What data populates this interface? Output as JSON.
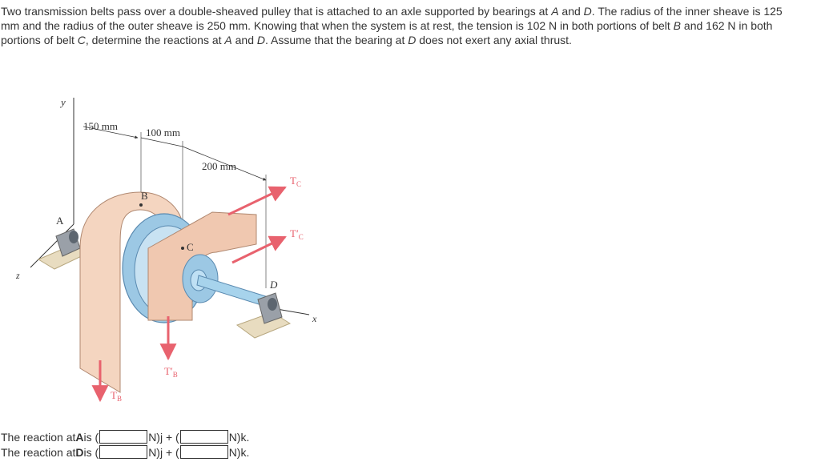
{
  "problem": {
    "p1": "Two transmission belts pass over a double-sheaved pulley that is attached to an axle supported by bearings at ",
    "A": "A",
    "p2": " and ",
    "D": "D",
    "p3": ". The radius of the inner sheave is 125 mm and the radius of the outer sheave is 250 mm. Knowing that when the system is at rest, the tension is 102 N in both portions of belt ",
    "B": "B",
    "p4": " and 162 N in both portions of belt ",
    "C": "C",
    "p5": ", determine the reactions at ",
    "A2": "A",
    "p6": " and ",
    "D2": "D",
    "p7": ". Assume that the bearing at ",
    "D3": "D",
    "p8": " does not exert any axial thrust."
  },
  "figure": {
    "dim_150": "150 mm",
    "dim_100": "100 mm",
    "dim_200": "200 mm",
    "label_y": "y",
    "label_z": "z",
    "label_x": "x",
    "label_A": "A",
    "label_B": "B",
    "label_C": "C",
    "label_D": "D",
    "label_TC": "T",
    "sub_TC": "C",
    "label_TCp": "T′",
    "sub_TCp": "C",
    "label_TBp": "T′",
    "sub_TBp": "B",
    "label_TB": "T",
    "sub_TB": "B",
    "colors": {
      "belt": "#f4d5c0",
      "pulley": "#9cc8e4",
      "arrow": "#e8626e",
      "base": "#e8dcc0"
    }
  },
  "answers": {
    "rowA": {
      "prefix": "The reaction at ",
      "point": "A",
      "is": " is (",
      "mid": "N)j + (",
      "end": "N)k.",
      "value_j": "",
      "value_k": ""
    },
    "rowD": {
      "prefix": "The reaction at ",
      "point": "D",
      "is": " is (",
      "mid": "N)j + (",
      "end": "N)k.",
      "value_j": "",
      "value_k": ""
    }
  }
}
